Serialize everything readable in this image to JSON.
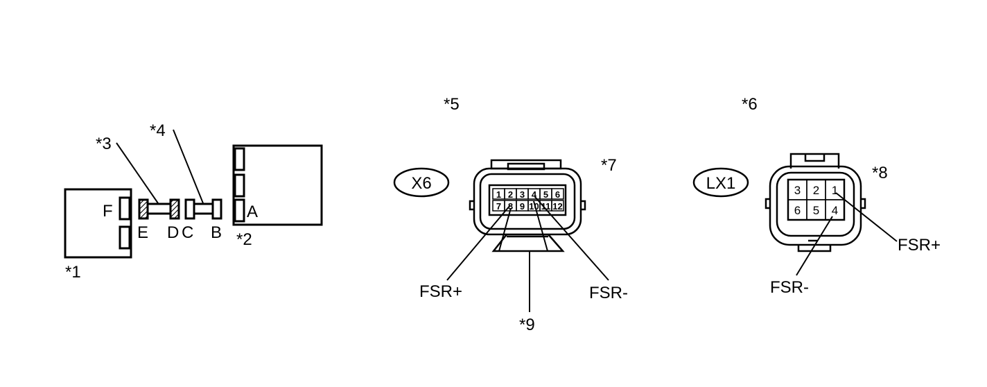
{
  "section1": {
    "callouts": {
      "c1": "*1",
      "c2": "*2",
      "c3": "*3",
      "c4": "*4"
    },
    "terminals": {
      "a": "A",
      "b": "B",
      "c": "C",
      "d": "D",
      "e": "E",
      "f": "F"
    }
  },
  "section2": {
    "callout_top": "*5",
    "callout_connector": "*7",
    "callout_lock": "*9",
    "connector_code": "X6",
    "pins": [
      "1",
      "2",
      "3",
      "4",
      "5",
      "6",
      "7",
      "8",
      "9",
      "10",
      "11",
      "12"
    ],
    "fsr_plus": "FSR+",
    "fsr_minus": "FSR-"
  },
  "section3": {
    "callout_top": "*6",
    "callout_connector": "*8",
    "connector_code": "LX1",
    "pins": [
      "3",
      "2",
      "1",
      "6",
      "5",
      "4"
    ],
    "fsr_plus": "FSR+",
    "fsr_minus": "FSR-"
  }
}
